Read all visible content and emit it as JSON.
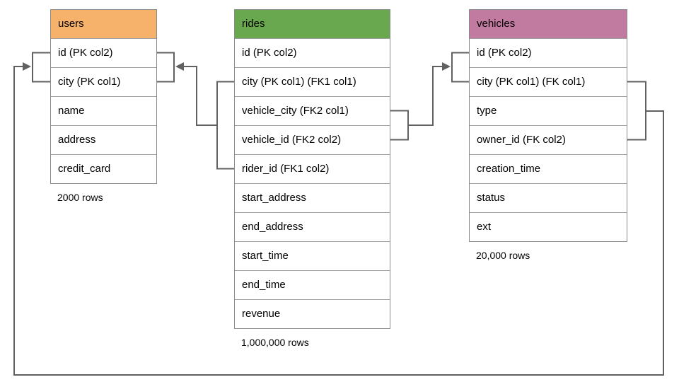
{
  "colors": {
    "connector": "#616161",
    "table_border": "#8a8a8a",
    "row_divider": "#9e9e9e",
    "text": "#000000",
    "background": "#ffffff"
  },
  "tables": [
    {
      "name": "users",
      "header_color": "#F6B26B",
      "columns": [
        "id (PK col2)",
        "city (PK col1)",
        "name",
        "address",
        "credit_card"
      ],
      "row_count_label": "2000 rows"
    },
    {
      "name": "rides",
      "header_color": "#6AA84F",
      "columns": [
        "id (PK col2)",
        "city (PK col1) (FK1 col1)",
        "vehicle_city (FK2 col1)",
        "vehicle_id (FK2 col2)",
        "rider_id (FK1 col2)",
        "start_address",
        "end_address",
        "start_time",
        "end_time",
        "revenue"
      ],
      "row_count_label": "1,000,000 rows"
    },
    {
      "name": "vehicles",
      "header_color": "#C27BA0",
      "columns": [
        "id (PK col2)",
        "city (PK col1) (FK col1)",
        "type",
        "owner_id (FK col2)",
        "creation_time",
        "status",
        "ext"
      ],
      "row_count_label": "20,000 rows"
    }
  ],
  "connections": [
    {
      "from": "rides",
      "to": "users",
      "via": "FK1 (city, rider_id) -> users (city, id)"
    },
    {
      "from": "rides",
      "to": "vehicles",
      "via": "FK2 (vehicle_city, vehicle_id) -> vehicles (city, id)"
    },
    {
      "from": "vehicles",
      "to": "users",
      "via": "FK (city, owner_id) -> users (city, id)"
    }
  ]
}
